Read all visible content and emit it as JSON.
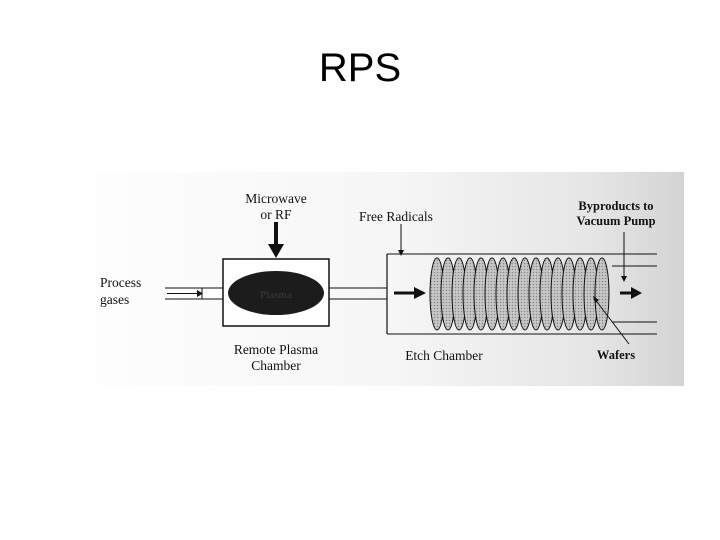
{
  "slide": {
    "title": "RPS"
  },
  "diagram": {
    "process_gases": [
      "Process",
      "gases"
    ],
    "microwave_rf": [
      "Microwave",
      "or RF"
    ],
    "plasma": "Plasma",
    "remote_plasma_chamber": [
      "Remote Plasma",
      "Chamber"
    ],
    "free_radicals": "Free Radicals",
    "etch_chamber": "Etch Chamber",
    "byproducts": [
      "Byproducts to",
      "Vacuum Pump"
    ],
    "wafers": "Wafers",
    "colors": {
      "background_right": "#dcdcdc",
      "plasma_fill": "#1c1c1c",
      "wafer_fill": "#bdbdbd",
      "line": "#111111"
    }
  }
}
